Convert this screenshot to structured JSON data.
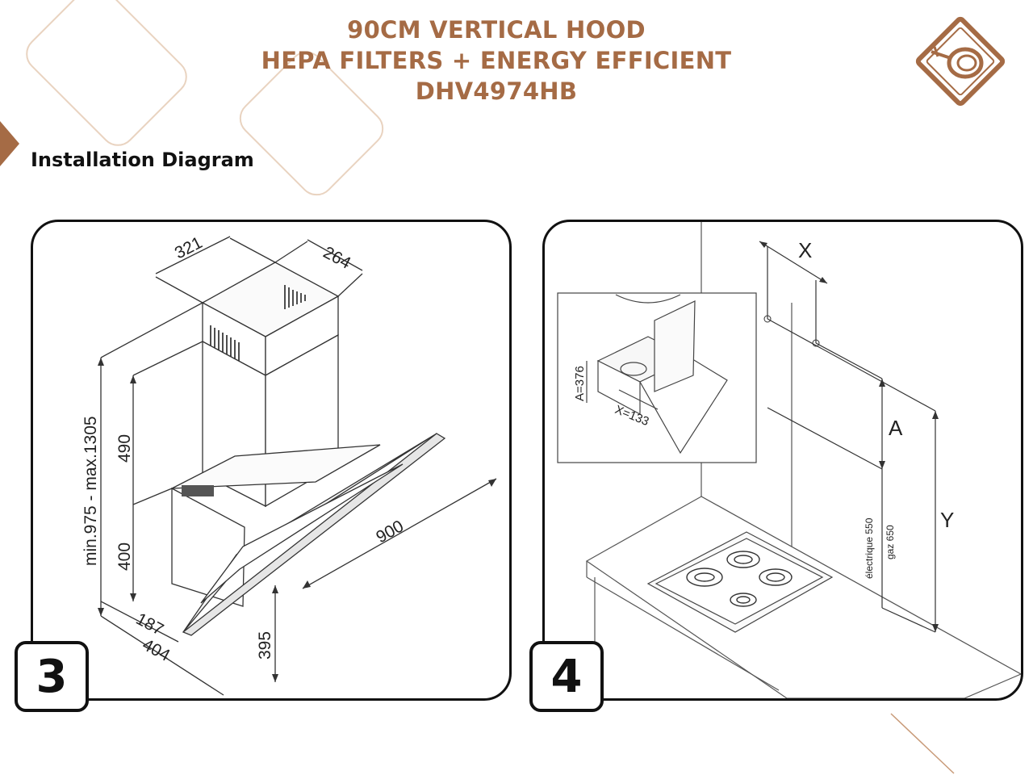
{
  "header": {
    "title_line1": "90CM VERTICAL HOOD",
    "title_line2": "HEPA FILTERS + ENERGY EFFICIENT",
    "title_line3": "DHV4974HB",
    "subheading": "Installation Diagram"
  },
  "brand": {
    "logo_icon": "horn-in-diamond-icon",
    "accent_color": "#a56b45"
  },
  "panel3": {
    "step": "3",
    "dims": {
      "chimney_width": "321",
      "chimney_depth": "264",
      "total_height": "min.975 - max.1305",
      "chimney_height": "490",
      "body_height": "400",
      "bottom_depth": "187",
      "overall_depth": "404",
      "glass_height": "395",
      "width": "900"
    }
  },
  "panel4": {
    "step": "4",
    "inset": {
      "a_label": "A=376",
      "x_label": "X=133"
    },
    "labels": {
      "x": "X",
      "a": "A",
      "y": "Y",
      "electric": "électrique 550",
      "gas": "gaz 650"
    }
  }
}
